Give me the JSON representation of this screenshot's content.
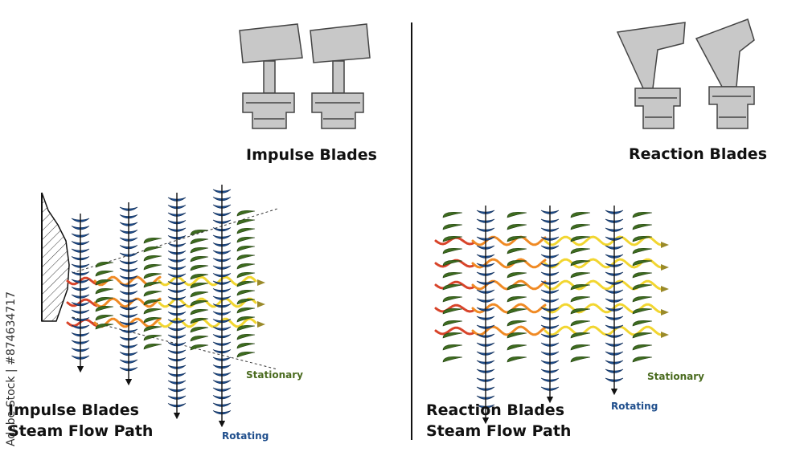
{
  "labels": {
    "impulse_blades": "Impulse Blades",
    "reaction_blades": "Reaction Blades",
    "impulse_path_line1": "Impulse Blades",
    "impulse_path_line2": "Steam Flow Path",
    "reaction_path_line1": "Reaction Blades",
    "reaction_path_line2": "Steam Flow Path",
    "stationary_left": "Stationary",
    "rotating_left": "Rotating",
    "stationary_right": "Stationary",
    "rotating_right": "Rotating"
  },
  "watermark": "Adobe Stock | #874634717",
  "colors": {
    "rotating_blade": "#1f4e8c",
    "stationary_blade": "#3d6b1f",
    "steam_red": "#d8442a",
    "steam_orange": "#f08a24",
    "steam_yellow": "#f2d630",
    "steam_olive": "#9a8a2a",
    "blade_gray": "#c8c8c8",
    "stationary_label": "#4a6b1f",
    "rotating_label": "#1f4e8c"
  }
}
